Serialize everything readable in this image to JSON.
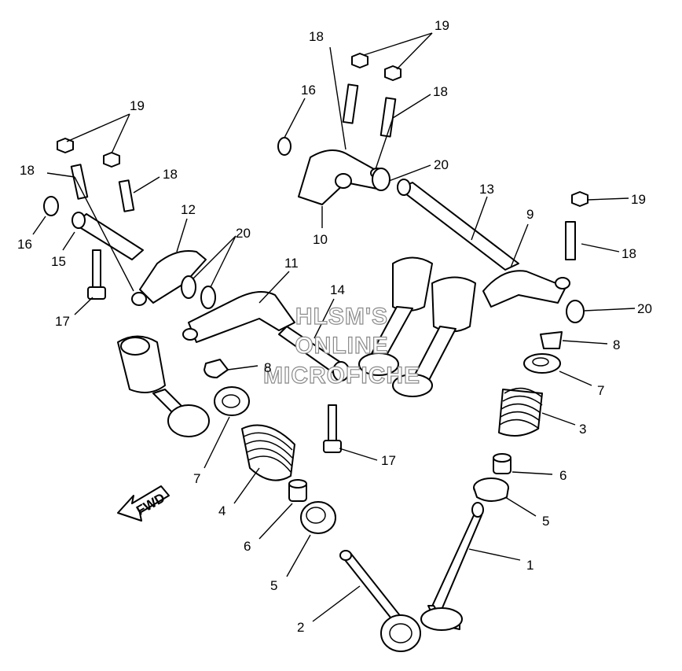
{
  "callouts": {
    "c1": "1",
    "c2": "2",
    "c3": "3",
    "c4": "4",
    "c5a": "5",
    "c5b": "5",
    "c6a": "6",
    "c6b": "6",
    "c7a": "7",
    "c7b": "7",
    "c8a": "8",
    "c8b": "8",
    "c9": "9",
    "c10": "10",
    "c11": "11",
    "c12": "12",
    "c13": "13",
    "c14": "14",
    "c15": "15",
    "c16a": "16",
    "c16b": "16",
    "c17a": "17",
    "c17b": "17",
    "c18a": "18",
    "c18b": "18",
    "c18c": "18",
    "c18d": "18",
    "c18e": "18",
    "c19a": "19",
    "c19b": "19",
    "c19c": "19",
    "c20a": "20",
    "c20b": "20",
    "c20c": "20"
  },
  "fwd_label": "FWD",
  "watermark": {
    "line1": "HLSM'S",
    "line2": "ONLINE",
    "line3": "MICROFICHE"
  }
}
